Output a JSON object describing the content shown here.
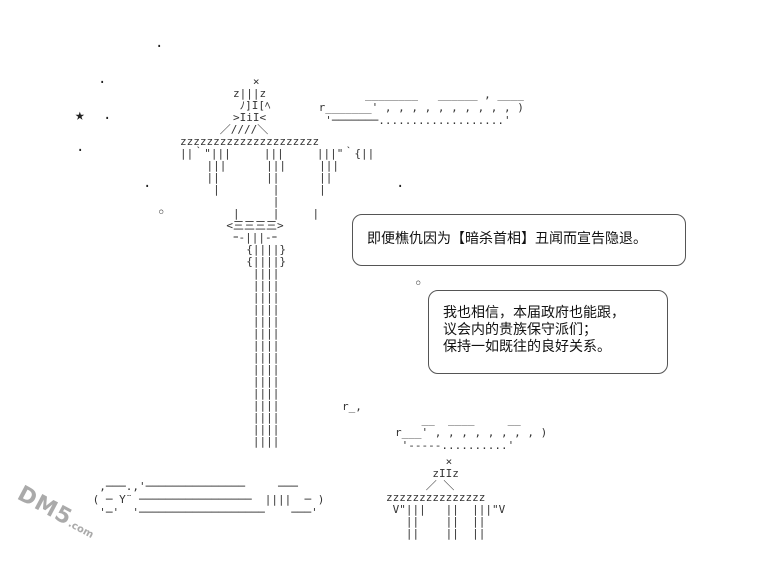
{
  "speech": {
    "bubble1": [
      "即便樵仇因为【暗杀首相】丑闻而宣告隐退。"
    ],
    "bubble2": [
      "我也相信，本届政府也能跟，",
      "议会内的贵族保守派们；",
      "保持一如既往的良好关系。"
    ]
  },
  "watermark": {
    "brand": "DM5",
    "suffix": ".com"
  }
}
